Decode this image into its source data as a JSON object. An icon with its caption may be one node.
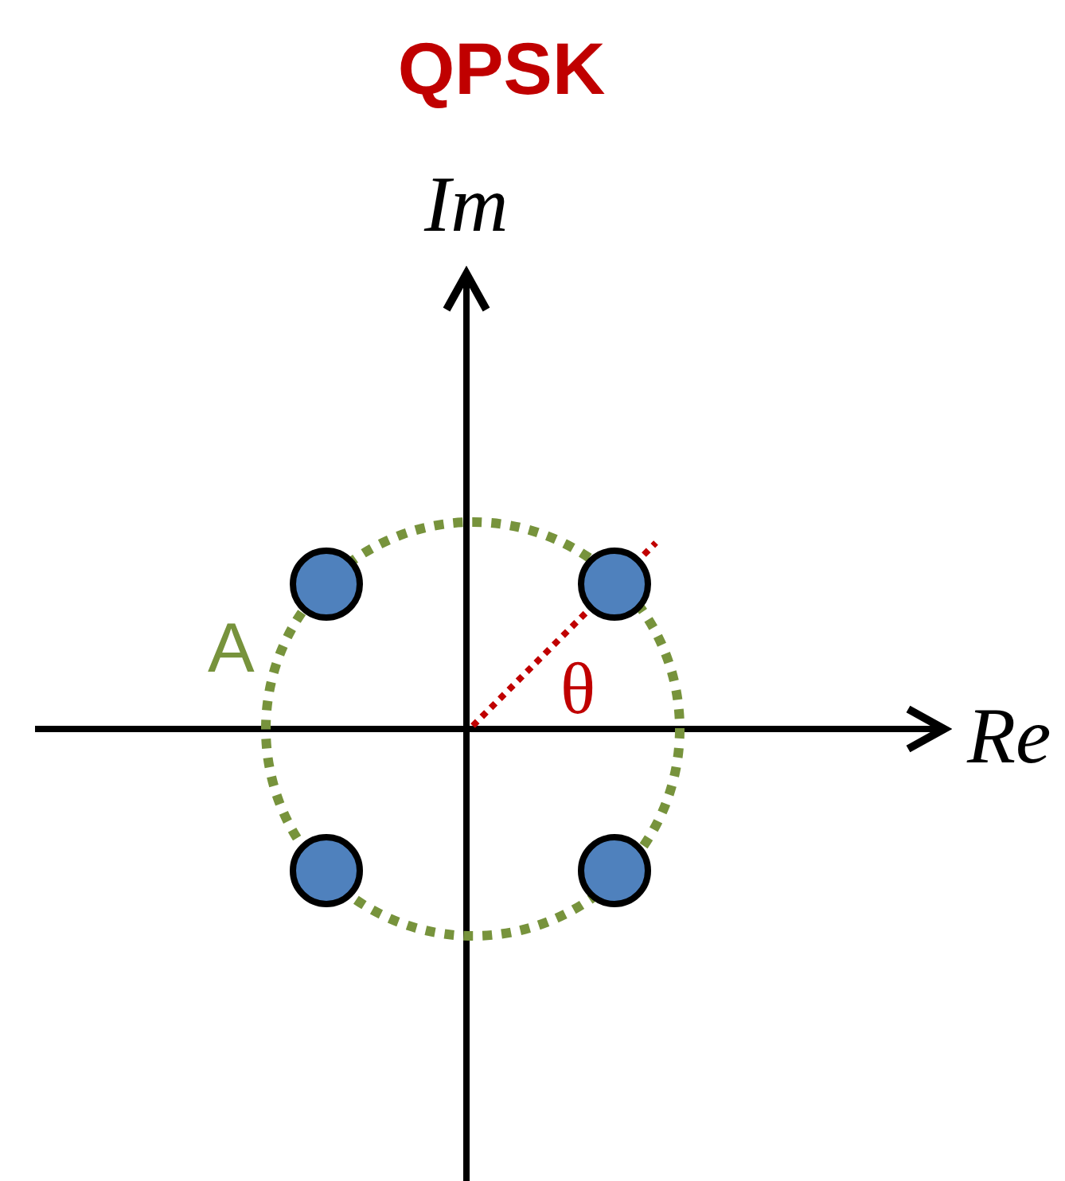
{
  "diagram": {
    "title": "QPSK",
    "labels": [
      "Im",
      "A",
      "θ",
      "Re"
    ]
  }
}
